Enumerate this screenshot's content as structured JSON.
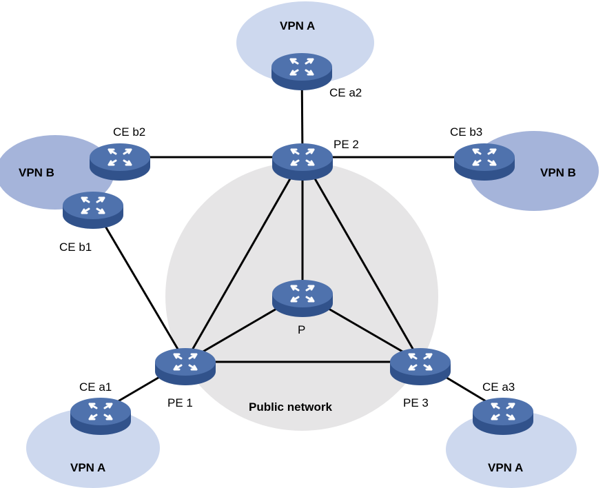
{
  "colors": {
    "public_network": "#e6e5e6",
    "vpn_a_site": "#cdd8ee",
    "vpn_b_site": "#a5b4da",
    "router_top": "#4f72ad",
    "router_side": "#31528b",
    "router_icon": "#ffffff",
    "link": "#000000"
  },
  "zones": {
    "public_network": "Public network",
    "vpn_a_top": "VPN A",
    "vpn_a_bottom_left": "VPN A",
    "vpn_a_bottom_right": "VPN A",
    "vpn_b_left": "VPN B",
    "vpn_b_right": "VPN B"
  },
  "devices": {
    "pe1": "PE 1",
    "pe2": "PE 2",
    "pe3": "PE 3",
    "p": "P",
    "ce_a1": "CE a1",
    "ce_a2": "CE a2",
    "ce_a3": "CE a3",
    "ce_b1": "CE b1",
    "ce_b2": "CE b2",
    "ce_b3": "CE b3"
  },
  "icons": {
    "router": "router-icon"
  },
  "links": [
    [
      "ce_a2",
      "pe2"
    ],
    [
      "ce_b2",
      "pe2"
    ],
    [
      "pe2",
      "ce_b3"
    ],
    [
      "ce_b1",
      "pe1"
    ],
    [
      "pe2",
      "pe1"
    ],
    [
      "pe2",
      "pe3"
    ],
    [
      "pe2",
      "p"
    ],
    [
      "p",
      "pe1"
    ],
    [
      "p",
      "pe3"
    ],
    [
      "pe1",
      "pe3"
    ],
    [
      "ce_a1",
      "pe1"
    ],
    [
      "pe3",
      "ce_a3"
    ]
  ]
}
